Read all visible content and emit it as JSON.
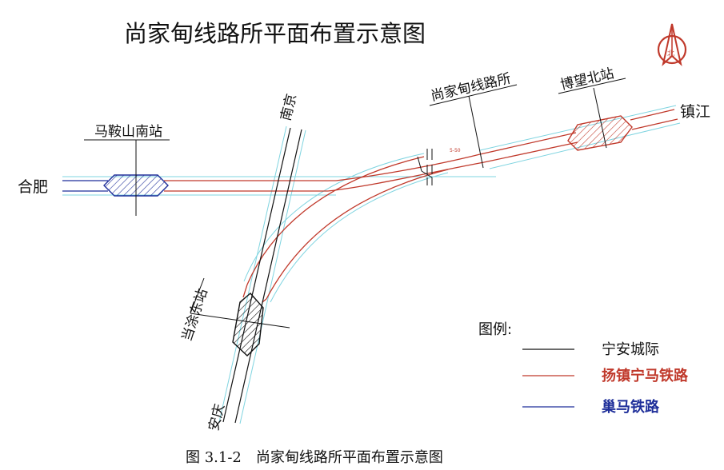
{
  "title": "尚家甸线路所平面布置示意图",
  "caption": "图 3.1-2　尚家甸线路所平面布置示意图",
  "stations": {
    "maanshan_south": "马鞍山南站",
    "dangtu_east": "当涂东站",
    "bowang_north": "博望北站",
    "shangjiadian": "尚家甸线路所"
  },
  "directions": {
    "hefei": "合肥",
    "nanjing": "南京",
    "zhenjiang": "镇江",
    "anqing": "安庆"
  },
  "track_mark": "5-50",
  "legend": {
    "title": "图例:",
    "items": [
      {
        "label": "宁安城际",
        "color": "#111111"
      },
      {
        "label": "扬镇宁马铁路",
        "color": "#c0392b"
      },
      {
        "label": "巢马铁路",
        "color": "#1f2f9a"
      }
    ]
  },
  "colors": {
    "red_line": "#c0392b",
    "blue_line": "#1f2f9a",
    "black_line": "#111111",
    "cyan_edge": "#7fd4e0",
    "compass": "#c0392b"
  }
}
